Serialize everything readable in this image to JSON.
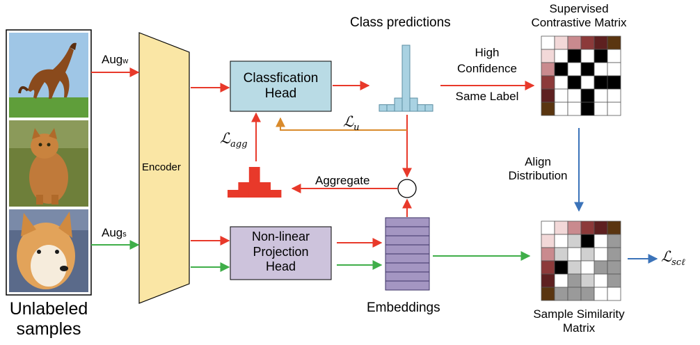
{
  "input": {
    "caption_line1": "Unlabeled",
    "caption_line2": "samples",
    "images": [
      "horse-photo",
      "cat-photo",
      "dog-photo"
    ]
  },
  "augmentations": {
    "weak": "Aug",
    "weak_sub": "w",
    "strong": "Aug",
    "strong_sub": "s"
  },
  "encoder": {
    "label": "Encoder"
  },
  "classification_head": {
    "line1": "Classfication",
    "line2": "Head"
  },
  "projection_head": {
    "line1": "Non-linear",
    "line2": "Projection",
    "line3": "Head"
  },
  "class_predictions": {
    "label": "Class predictions",
    "bars": [
      1,
      1,
      2,
      10,
      2,
      1,
      1
    ]
  },
  "aggregated": {
    "label": "Aggregate",
    "bars": [
      1,
      2,
      4,
      2,
      1
    ]
  },
  "losses": {
    "agg": "ℒ",
    "agg_sub": "agg",
    "u": "ℒ",
    "u_sub": "u",
    "scl": "ℒ",
    "scl_sub": "scℓ"
  },
  "high_confidence": {
    "line1": "High",
    "line2": "Confidence",
    "line3": "Same Label"
  },
  "align": {
    "line1": "Align",
    "line2": "Distribution"
  },
  "embeddings": {
    "label": "Embeddings",
    "rows": 8
  },
  "supervised_matrix": {
    "title_line1": "Supervised",
    "title_line2": "Contrastive Matrix",
    "cells": [
      [
        "#ffffff",
        "#f2d8d8",
        "#c98a8e",
        "#8c3a3a",
        "#5e2020",
        "#5a3510"
      ],
      [
        "#f2d8d8",
        "#ffffff",
        "#000000",
        "#ffffff",
        "#000000",
        "#ffffff"
      ],
      [
        "#c98a8e",
        "#000000",
        "#ffffff",
        "#000000",
        "#ffffff",
        "#ffffff"
      ],
      [
        "#8c3a3a",
        "#ffffff",
        "#000000",
        "#ffffff",
        "#000000",
        "#000000"
      ],
      [
        "#5e2020",
        "#ffffff",
        "#ffffff",
        "#000000",
        "#ffffff",
        "#ffffff"
      ],
      [
        "#5a3510",
        "#ffffff",
        "#ffffff",
        "#000000",
        "#ffffff",
        "#ffffff"
      ]
    ]
  },
  "similarity_matrix": {
    "title_line1": "Sample Similarity",
    "title_line2": "Matrix",
    "cells": [
      [
        "#ffffff",
        "#f2d8d8",
        "#c98a8e",
        "#8c3a3a",
        "#5e2020",
        "#5a3510"
      ],
      [
        "#f2d8d8",
        "#ffffff",
        "#d0d0d0",
        "#000000",
        "#ffffff",
        "#9a9a9a"
      ],
      [
        "#c98a8e",
        "#d0d0d0",
        "#ffffff",
        "#d0d0d0",
        "#ffffff",
        "#9a9a9a"
      ],
      [
        "#8c3a3a",
        "#000000",
        "#d0d0d0",
        "#ffffff",
        "#9a9a9a",
        "#9a9a9a"
      ],
      [
        "#5e2020",
        "#ffffff",
        "#9a9a9a",
        "#d0d0d0",
        "#ffffff",
        "#9a9a9a"
      ],
      [
        "#5a3510",
        "#9a9a9a",
        "#9a9a9a",
        "#9a9a9a",
        "#ffffff",
        "#ffffff"
      ]
    ]
  },
  "colors": {
    "red": "#e8392a",
    "green": "#3fae49",
    "orange": "#d98a2b",
    "blue": "#3b73b9",
    "encoder_fill": "#fae6a5",
    "cls_fill": "#b9dbe5",
    "proj_fill": "#cdc3dc",
    "emb_fill": "#a496c2",
    "pred_fill": "#a9d2e2",
    "agg_fill": "#e8392a"
  }
}
